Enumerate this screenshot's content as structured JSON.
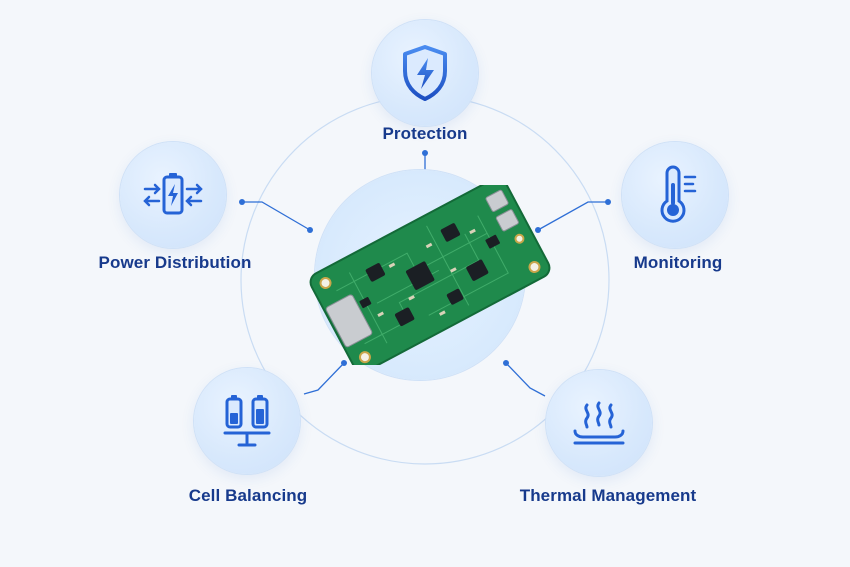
{
  "diagram": {
    "center": {
      "icon": "circuit-board"
    },
    "nodes": [
      {
        "id": "protection",
        "label": "Protection",
        "icon": "shield-lightning-icon"
      },
      {
        "id": "power-distribution",
        "label": "Power Distribution",
        "icon": "battery-arrows-icon"
      },
      {
        "id": "monitoring",
        "label": "Monitoring",
        "icon": "thermometer-icon"
      },
      {
        "id": "cell-balancing",
        "label": "Cell Balancing",
        "icon": "balanced-cells-icon"
      },
      {
        "id": "thermal-management",
        "label": "Thermal Management",
        "icon": "heat-waves-icon"
      }
    ]
  },
  "colors": {
    "background": "#f4f7fb",
    "accent": "#2563d6",
    "label": "#173a8c",
    "board_green": "#1f8a4c",
    "connector": "#2f6fd6"
  }
}
